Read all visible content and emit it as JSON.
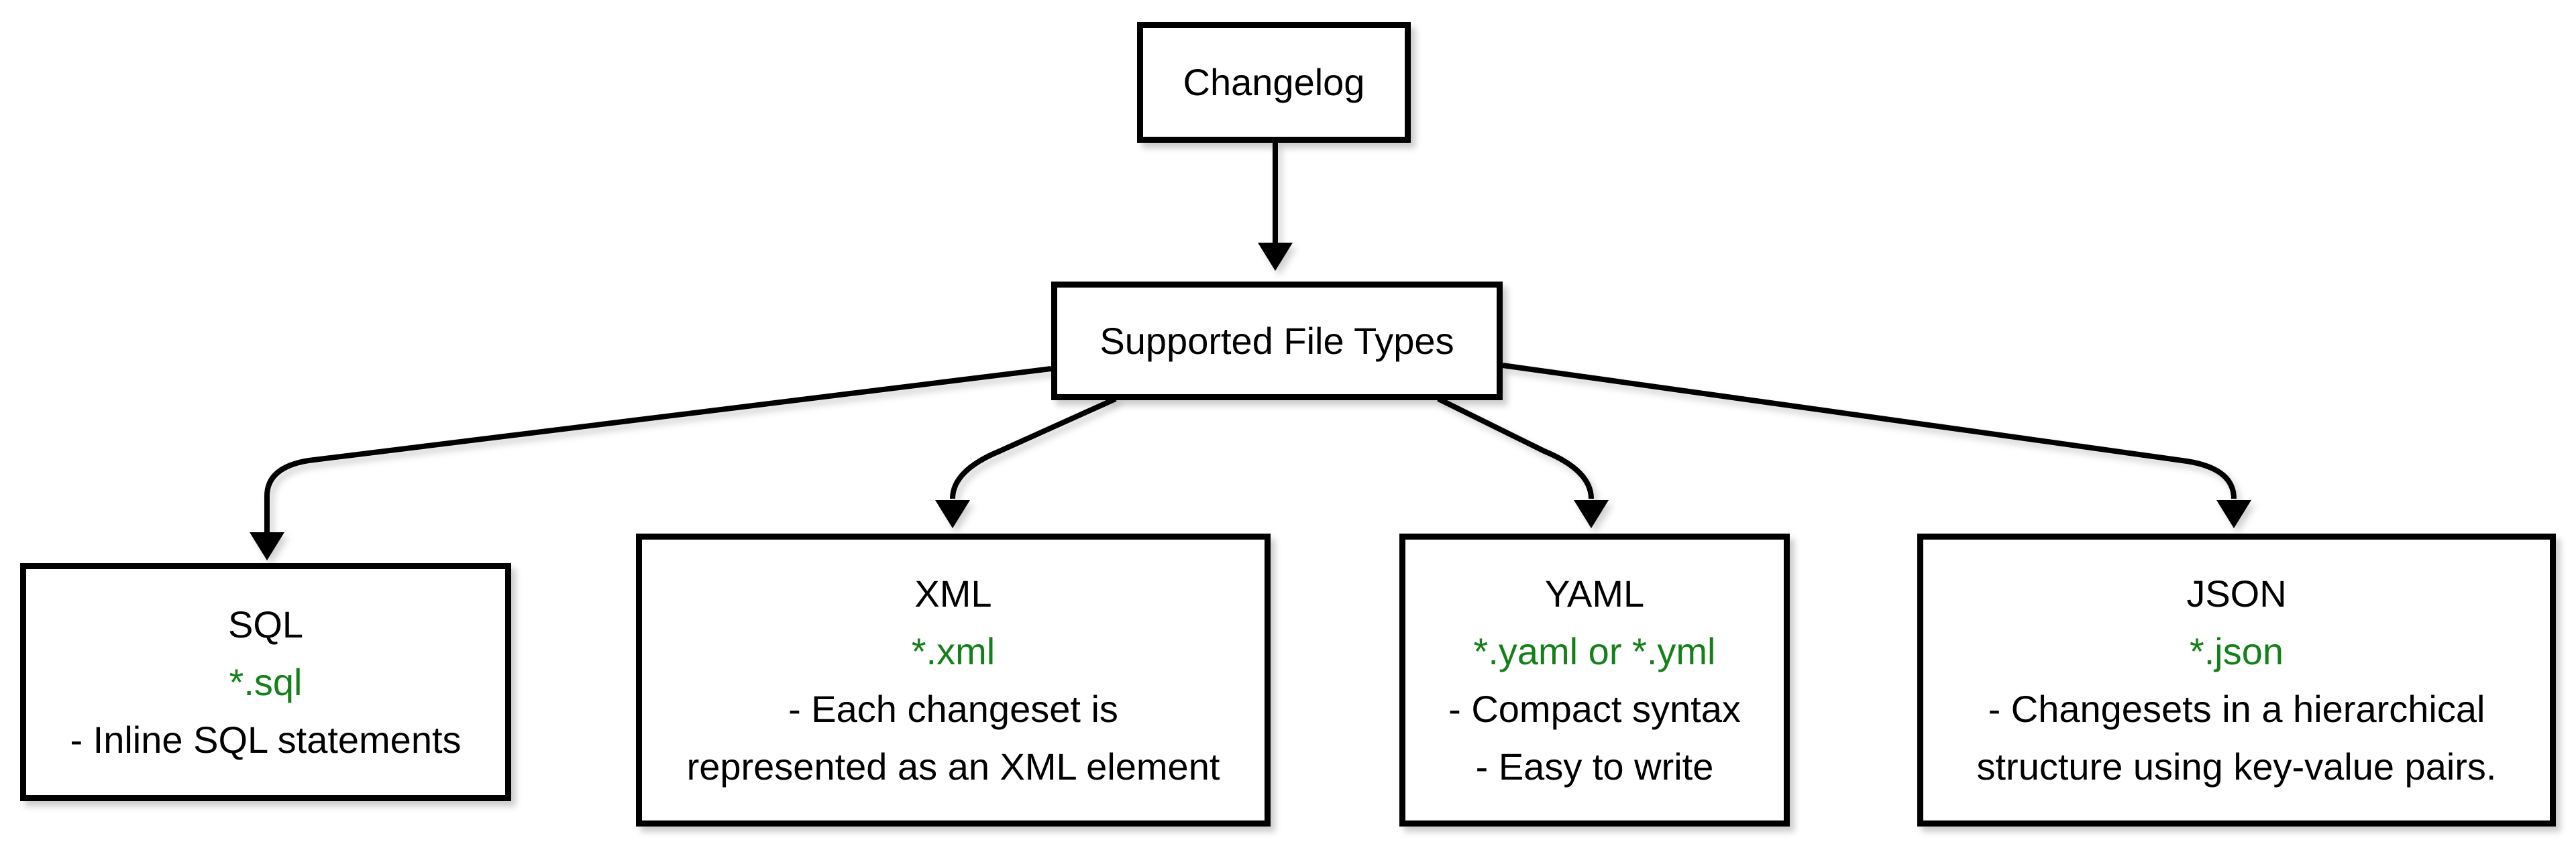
{
  "diagram": {
    "description": "Flowchart of Liquibase changelog supported file types",
    "root_node": {
      "label": "Changelog"
    },
    "hub_node": {
      "label": "Supported File Types"
    },
    "file_types": [
      {
        "id": "sql",
        "title": "SQL",
        "extension": "*.sql",
        "desc": [
          "- Inline SQL statements"
        ]
      },
      {
        "id": "xml",
        "title": "XML",
        "extension": "*.xml",
        "desc": [
          "- Each changeset is",
          "represented as an XML element"
        ]
      },
      {
        "id": "yaml",
        "title": "YAML",
        "extension": "*.yaml or *.yml",
        "desc": [
          "- Compact syntax",
          "- Easy to write"
        ]
      },
      {
        "id": "json",
        "title": "JSON",
        "extension": "*.json",
        "desc": [
          "- Changesets in a hierarchical",
          "structure using key-value pairs."
        ]
      }
    ],
    "colors": {
      "extension_text": "#148019",
      "node_border": "#000000",
      "node_fill": "#ffffff",
      "connector": "#000000",
      "text": "#000000",
      "background": "#ffffff"
    }
  }
}
